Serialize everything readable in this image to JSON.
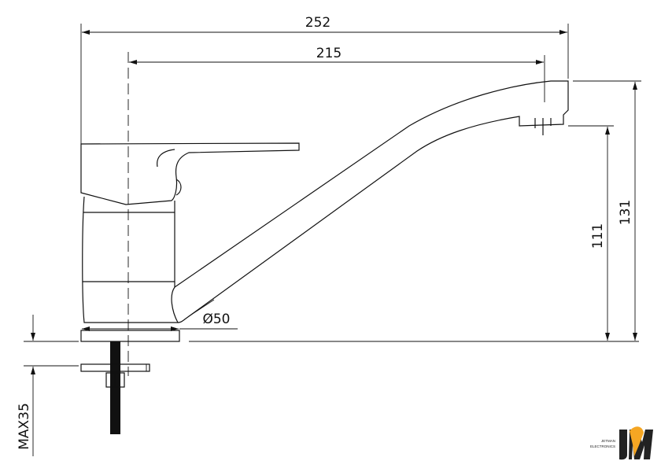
{
  "drawing": {
    "dimensions": {
      "overall_length": "252",
      "spout_reach": "215",
      "total_height": "131",
      "spout_height": "111",
      "base_diameter": "Ø50",
      "max_countertop": "MAX35"
    }
  },
  "logo": {
    "line1": "JETMAN",
    "line2": "ELECTRONICS",
    "mark": "JM",
    "accent": "#f5a623"
  }
}
